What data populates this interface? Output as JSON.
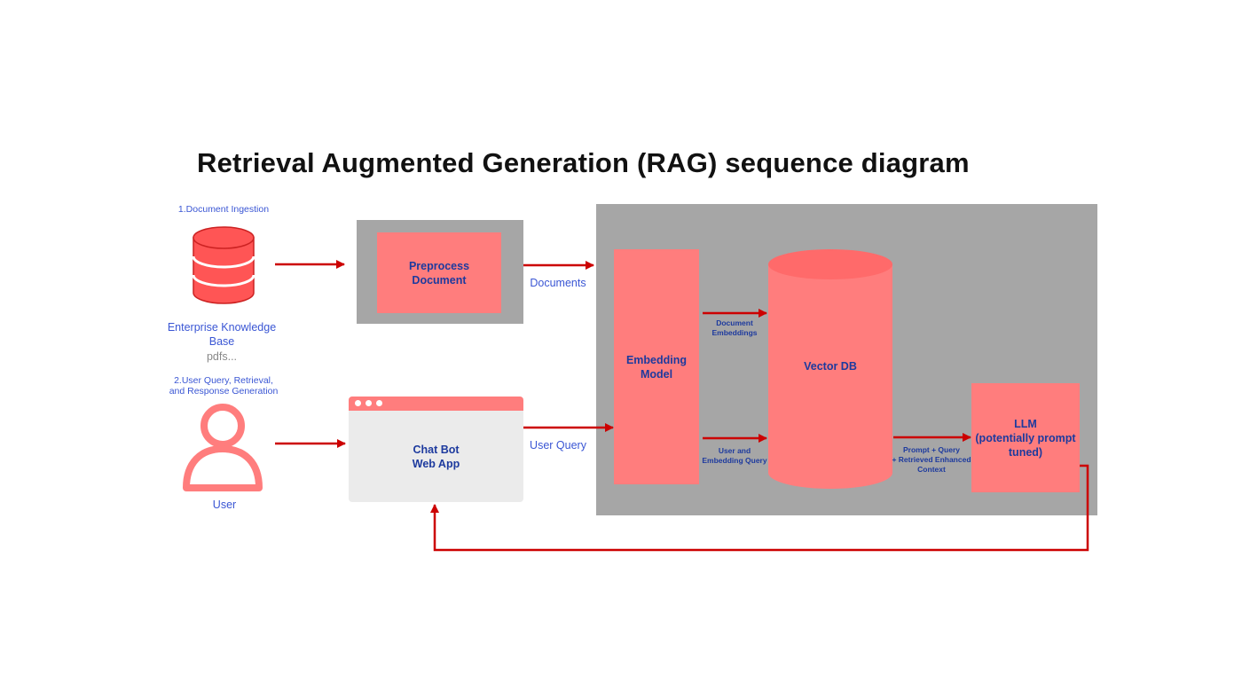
{
  "title": "Retrieval Augmented Generation (RAG) sequence diagram",
  "steps": {
    "ingestion": "1.Document Ingestion",
    "query_line1": "2.User Query, Retrieval,",
    "query_line2": "and Response Generation"
  },
  "knowledge_base": {
    "label_line1": "Enterprise Knowledge",
    "label_line2": "Base",
    "sublabel": "pdfs..."
  },
  "user": {
    "label": "User"
  },
  "preprocess": {
    "line1": "Preprocess",
    "line2": "Document"
  },
  "chatbot": {
    "line1": "Chat Bot",
    "line2": "Web App"
  },
  "edge_labels": {
    "documents": "Documents",
    "user_query": "User Query",
    "doc_embeddings_line1": "Document",
    "doc_embeddings_line2": "Embeddings",
    "user_embedding_line1": "User and",
    "user_embedding_line2": "Embedding Query",
    "prompt_line1": "Prompt + Query",
    "prompt_line2": "+ Retrieved Enhanced",
    "prompt_line3": "Context"
  },
  "embedding_model": {
    "line1": "Embedding",
    "line2": "Model"
  },
  "vector_db": {
    "label": "Vector DB"
  },
  "llm": {
    "line1": "LLM",
    "line2": "(potentially prompt",
    "line3": "tuned)"
  },
  "colors": {
    "accent_red": "#cc0000",
    "box_pink": "#ff7d7d",
    "panel_grey": "#a6a6a6",
    "label_blue": "#3a56d4",
    "box_text_blue": "#1d3a9e"
  },
  "icons": [
    "database-icon",
    "user-icon",
    "browser-dots-icon"
  ]
}
